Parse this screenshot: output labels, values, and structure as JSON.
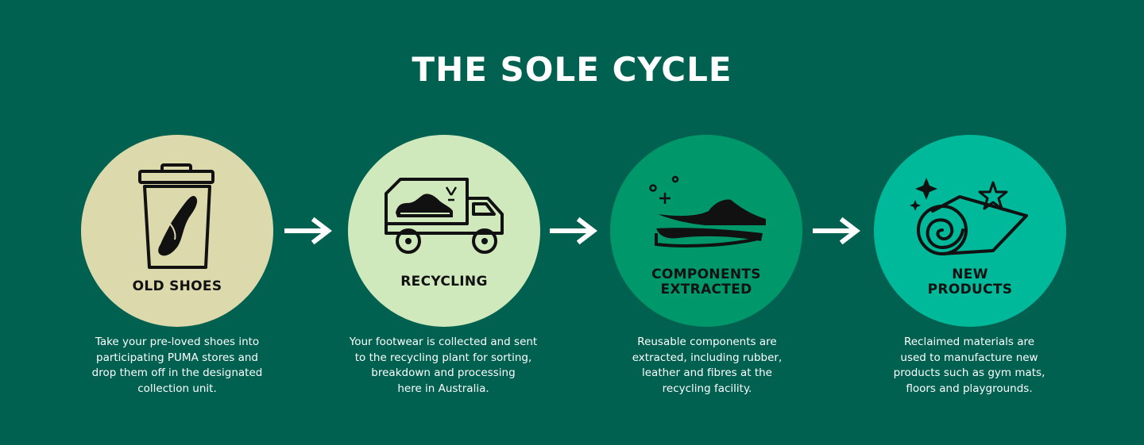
{
  "title": "THE SOLE CYCLE",
  "colors": {
    "background": "#006150",
    "step1": "#dcd9ad",
    "step2": "#cfe9bc",
    "step3": "#00986a",
    "step4": "#00b99a",
    "arrow": "#ffffff"
  },
  "steps": [
    {
      "icon": "trash-bin-shoe-icon",
      "label_lines": [
        "OLD SHOES"
      ],
      "description_lines": [
        "Take your pre-loved shoes into",
        "participating PUMA stores and",
        "drop them off in the designated",
        "collection unit."
      ]
    },
    {
      "icon": "recycling-truck-icon",
      "label_lines": [
        "RECYCLING"
      ],
      "description_lines": [
        "Your footwear is collected and sent",
        "to the recycling plant for sorting,",
        "breakdown and processing",
        "here in Australia."
      ]
    },
    {
      "icon": "shoe-components-icon",
      "label_lines": [
        "COMPONENTS",
        "EXTRACTED"
      ],
      "description_lines": [
        "Reusable components are",
        "extracted, including rubber,",
        "leather and fibres at the",
        "recycling facility."
      ]
    },
    {
      "icon": "rolled-mat-icon",
      "label_lines": [
        "NEW",
        "PRODUCTS"
      ],
      "description_lines": [
        "Reclaimed materials are",
        "used to manufacture new",
        "products such as gym mats,",
        "floors and playgrounds."
      ]
    }
  ]
}
